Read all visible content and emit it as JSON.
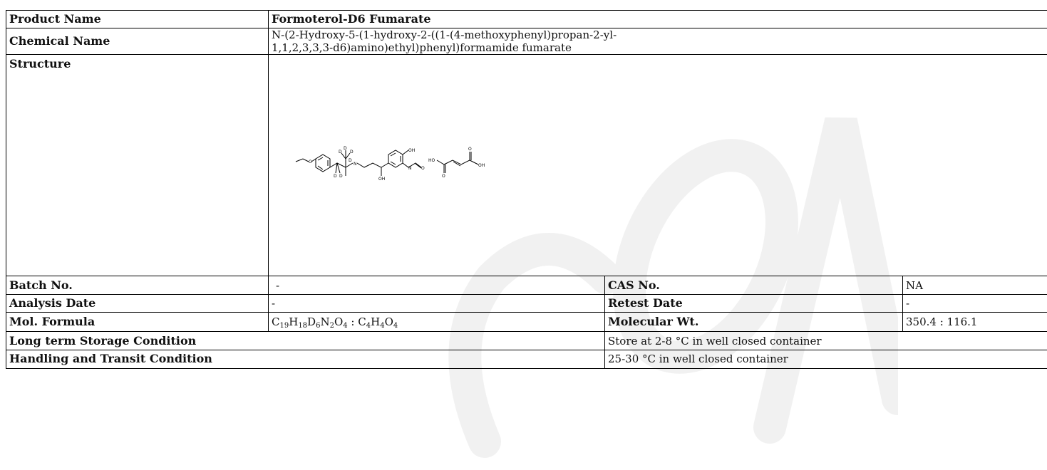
{
  "product_name": {
    "label": "Product Name",
    "value": "Formoterol-D6 Fumarate"
  },
  "chemical_name": {
    "label": "Chemical Name",
    "value": "N-(2-Hydroxy-5-(1-hydroxy-2-((1-(4-methoxyphenyl)propan-2-yl-1,1,2,3,3,3-d6)amino)ethyl)phenyl)formamide fumarate"
  },
  "structure": {
    "label": "Structure",
    "atoms": {
      "O": "O",
      "OH": "OH",
      "HO": "HO",
      "N": "N",
      "D": "D"
    }
  },
  "batch": {
    "label": "Batch No.",
    "value": "-"
  },
  "cas": {
    "label": "CAS No.",
    "value": "NA"
  },
  "analysis_date": {
    "label": "Analysis Date",
    "value": "-"
  },
  "retest_date": {
    "label": "Retest Date",
    "value": "-"
  },
  "mol_formula": {
    "label": "Mol. Formula",
    "parts": [
      "C",
      "19",
      "H",
      "18",
      "D",
      "6",
      "N",
      "2",
      "O",
      "4",
      " : C",
      "4",
      "H",
      "4",
      "O",
      "4"
    ]
  },
  "mol_wt": {
    "label": "Molecular Wt.",
    "value": "350.4 : 116.1"
  },
  "storage": {
    "label": "Long term Storage Condition",
    "value": "Store at 2-8 °C in well closed container"
  },
  "handling": {
    "label": "Handling and Transit Condition",
    "value": "25-30 °C in well closed container"
  },
  "colors": {
    "border": "#000000",
    "watermark": "#f1f1f1"
  }
}
